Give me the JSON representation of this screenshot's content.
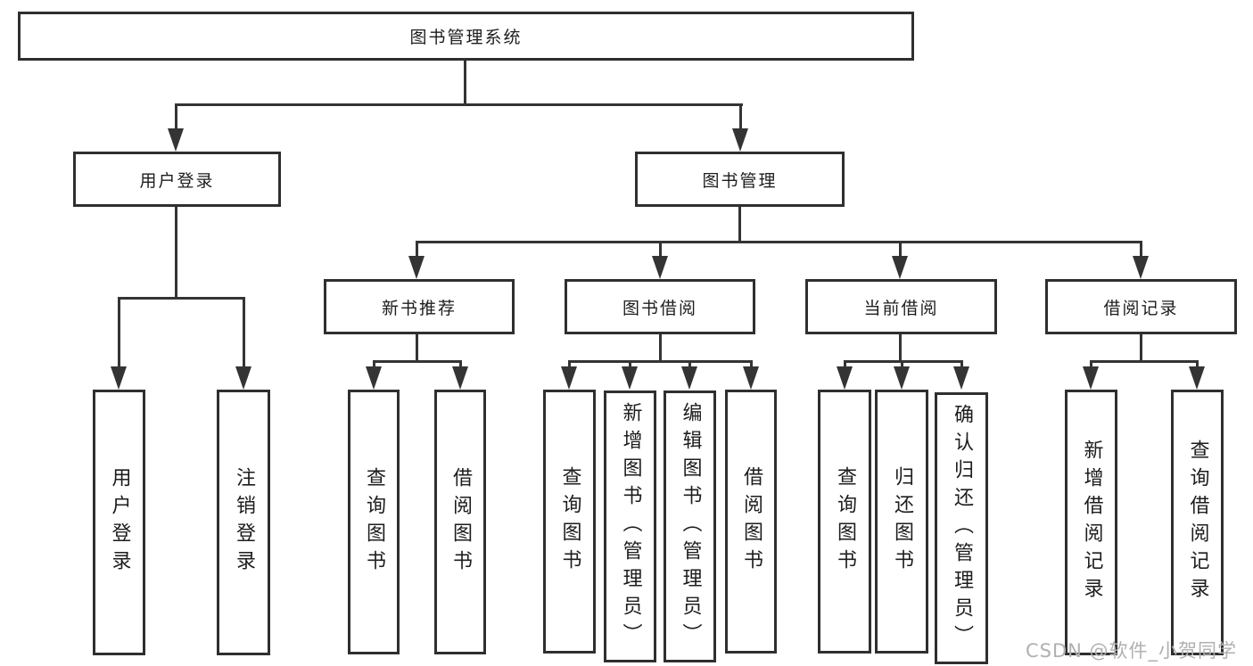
{
  "diagram_title": "图书管理系统",
  "colors": {
    "line": "#343434",
    "box_border": "#2f2f2f",
    "box_fill": "#ffffff",
    "text": "#1d1d1d",
    "watermark": "#b0b0b0"
  },
  "nodes": {
    "root": "图书管理系统",
    "user_login": "用户登录",
    "book_management": "图书管理",
    "new_book_recommend": "新书推荐",
    "book_borrow": "图书借阅",
    "current_borrow": "当前借阅",
    "borrow_record": "借阅记录",
    "leaf_user_login": "用户登录",
    "leaf_logout": "注销登录",
    "rec_query_books": "查询图书",
    "rec_borrow_books": "借阅图书",
    "bb_query_books": "查询图书",
    "bb_add_books": "新增图书（管理员）",
    "bb_edit_books": "编辑图书（管理员）",
    "bb_borrow_books": "借阅图书",
    "cb_query_books": "查询图书",
    "cb_return_books": "归还图书",
    "cb_confirm_return": "确认归还（管理员）",
    "br_add_record": "新增借阅记录",
    "br_query_record": "查询借阅记录"
  },
  "watermark": "CSDN @软件_小贺同学"
}
